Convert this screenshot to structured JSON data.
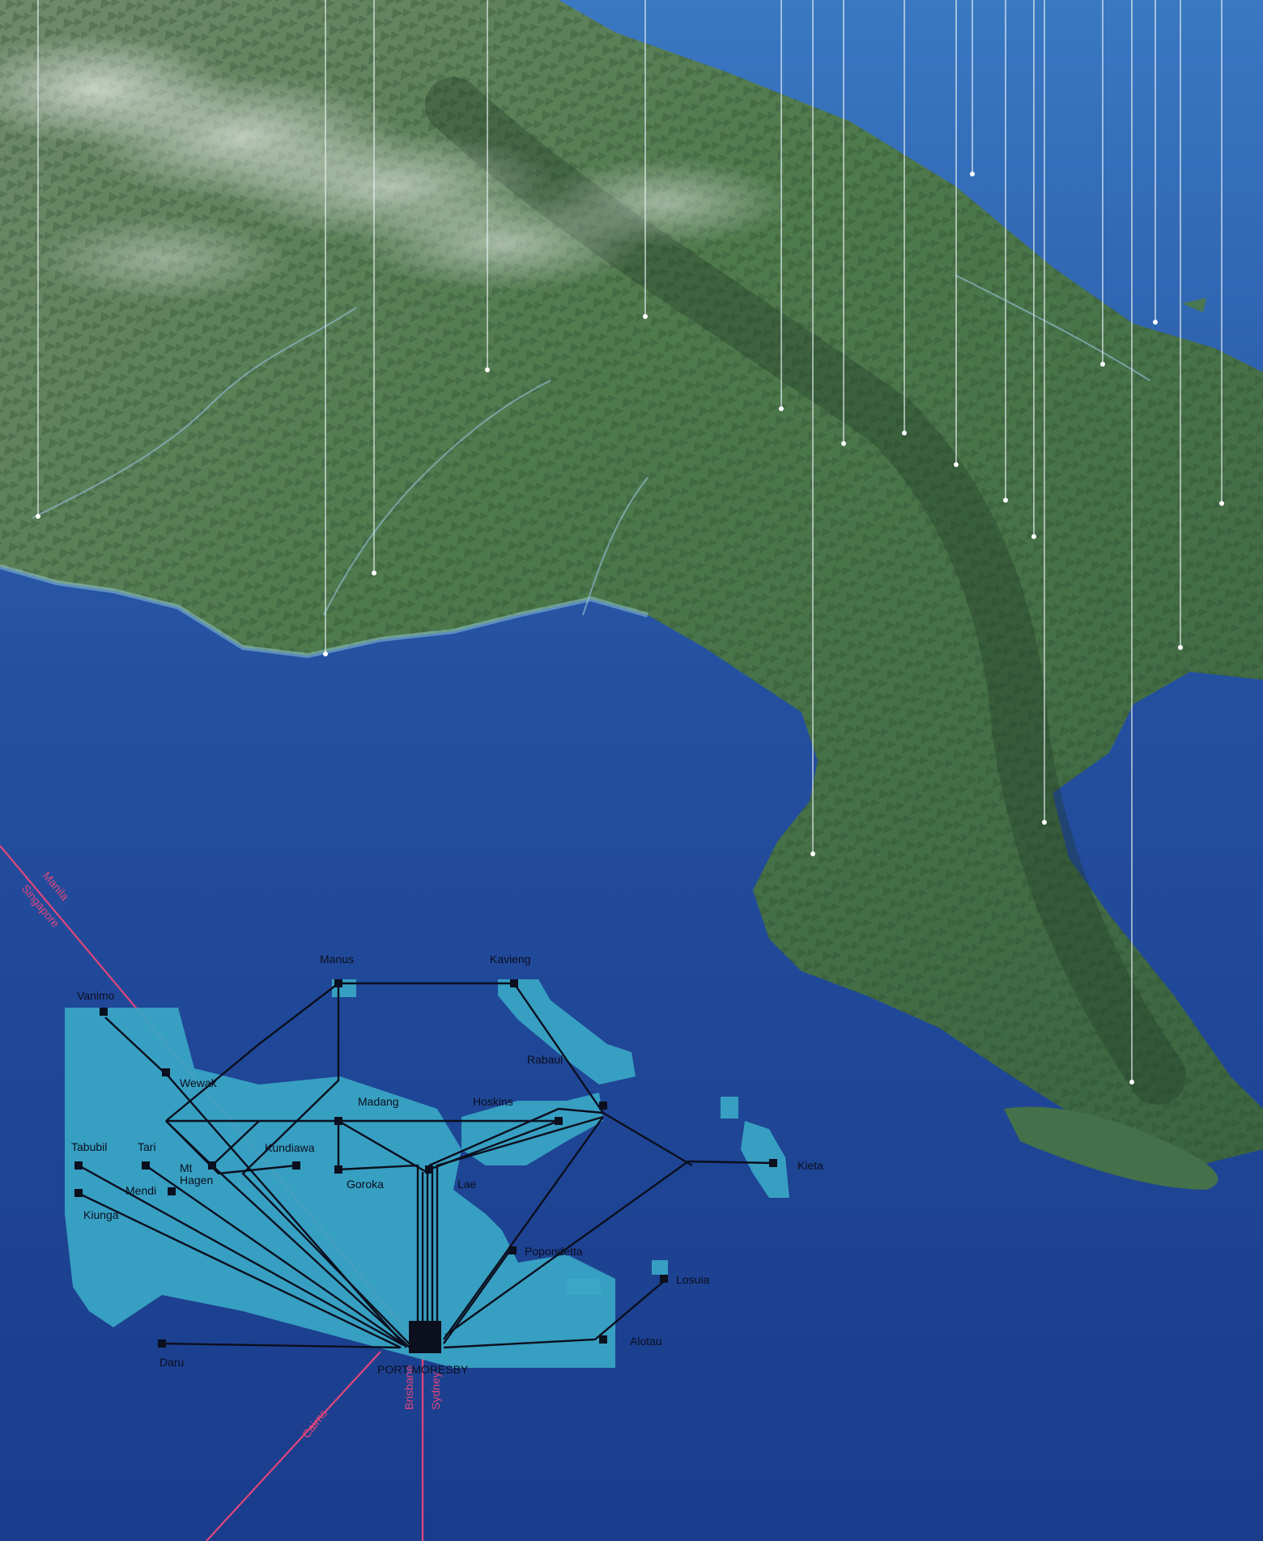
{
  "colors": {
    "sea_top": "#2e66b4",
    "sea_bottom": "#1a3e8f",
    "land": "#4f7a4e",
    "shallows": "#3aa7c6",
    "route": "#0b0f1e",
    "intl_route": "#e0467a"
  },
  "hub": {
    "name": "PORT MORESBY"
  },
  "destinations": [
    {
      "id": "vanimo",
      "name": "Vanimo"
    },
    {
      "id": "manus",
      "name": "Manus"
    },
    {
      "id": "kavieng",
      "name": "Kavieng"
    },
    {
      "id": "wewak",
      "name": "Wewak"
    },
    {
      "id": "rabaul",
      "name": "Rabaul"
    },
    {
      "id": "madang",
      "name": "Madang"
    },
    {
      "id": "hoskins",
      "name": "Hoskins"
    },
    {
      "id": "kundiawa",
      "name": "Kundiawa"
    },
    {
      "id": "tabubil",
      "name": "Tabubil"
    },
    {
      "id": "tari",
      "name": "Tari"
    },
    {
      "id": "mthagen",
      "name": "Mt\nHagen"
    },
    {
      "id": "mendi",
      "name": "Mendi"
    },
    {
      "id": "goroka",
      "name": "Goroka"
    },
    {
      "id": "lae",
      "name": "Lae"
    },
    {
      "id": "kieta",
      "name": "Kieta"
    },
    {
      "id": "kiunga",
      "name": "Kiunga"
    },
    {
      "id": "popondetta",
      "name": "Popondetta"
    },
    {
      "id": "losuia",
      "name": "Losuia"
    },
    {
      "id": "alotau",
      "name": "Alotau"
    },
    {
      "id": "daru",
      "name": "Daru"
    }
  ],
  "international_routes": [
    {
      "id": "manila",
      "name": "Manila"
    },
    {
      "id": "singapore",
      "name": "Singapore"
    },
    {
      "id": "cairns",
      "name": "Cairns"
    },
    {
      "id": "brisbane",
      "name": "Brisbane"
    },
    {
      "id": "sydney",
      "name": "Sydney"
    }
  ]
}
